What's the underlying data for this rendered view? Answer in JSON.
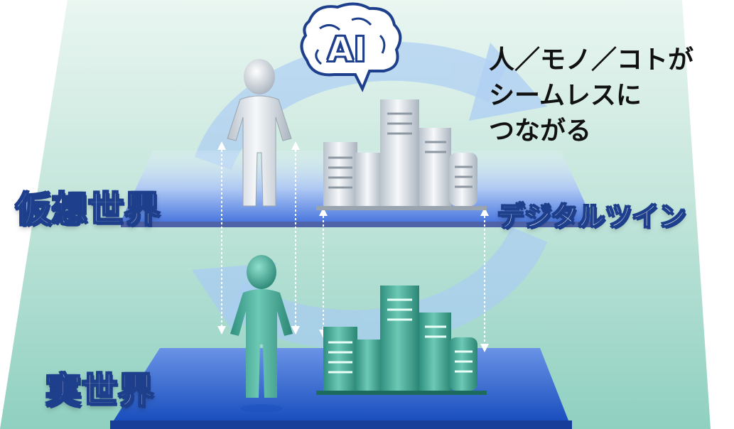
{
  "labels": {
    "virtual_world": "仮想世界",
    "real_world": "実世界",
    "digital_twin": "デジタルツイン",
    "ai": "AI"
  },
  "caption": {
    "line1": "人／モノ／コトが",
    "line2": "シームレスに",
    "line3": "つながる"
  },
  "icons": {
    "brain": "brain-icon",
    "virtual_person": "person-icon",
    "real_person": "person-icon",
    "virtual_buildings": "buildings-icon",
    "real_buildings": "buildings-icon"
  },
  "colors": {
    "upper_plane": "#4a76e8",
    "lower_plane": "#1f56c4",
    "cycle_arrow": "#a9cbf5",
    "real_object": "#3aa390",
    "virtual_object": "#e9eef4",
    "label_outline": "#1e3f8c"
  }
}
